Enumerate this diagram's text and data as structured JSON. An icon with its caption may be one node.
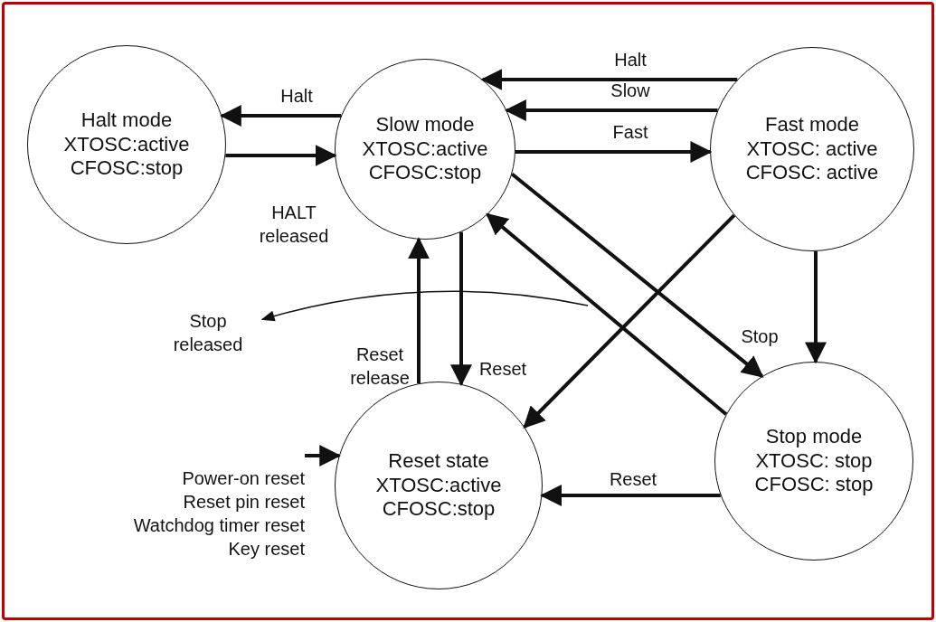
{
  "diagram": {
    "nodes": [
      {
        "text": [
          "Halt mode",
          "XTOSC:active",
          "CFOSC:stop"
        ]
      },
      {
        "text": [
          "Slow mode",
          "XTOSC:active",
          "CFOSC:stop"
        ]
      },
      {
        "text": [
          "Fast mode",
          "XTOSC: active",
          "CFOSC: active"
        ]
      },
      {
        "text": [
          "Reset state",
          "XTOSC:active",
          "CFOSC:stop"
        ]
      },
      {
        "text": [
          "Stop mode",
          "XTOSC: stop",
          "CFOSC: stop"
        ]
      },
      {
        "text": [
          "Stop released"
        ]
      },
      {
        "text": [
          "Power-on reset",
          "Reset pin reset",
          "Watchdog timer reset",
          "Key reset"
        ]
      }
    ],
    "edges": [
      {
        "from": 1,
        "to": 0,
        "arrow": "to",
        "label": "Halt"
      },
      {
        "from": 0,
        "to": 1,
        "arrow": "to",
        "label": "HALT released"
      },
      {
        "from": 2,
        "to": 1,
        "arrow": "to",
        "label": "Halt"
      },
      {
        "from": 2,
        "to": 1,
        "arrow": "to",
        "label": "Slow"
      },
      {
        "from": 1,
        "to": 2,
        "arrow": "to",
        "label": "Fast"
      },
      {
        "from": 1,
        "to": 4,
        "arrow": "to",
        "label": "Stop"
      },
      {
        "from": 4,
        "to": 1,
        "arrow": "to"
      },
      {
        "from": 2,
        "to": 3,
        "arrow": "to"
      },
      {
        "from": 2,
        "to": 4,
        "arrow": "to"
      },
      {
        "from": 3,
        "to": 1,
        "arrow": "to",
        "label": "Reset release"
      },
      {
        "from": 1,
        "to": 3,
        "arrow": "to",
        "label": "Reset"
      },
      {
        "from": 4,
        "to": 3,
        "arrow": "to",
        "label": "Reset"
      },
      {
        "from": null,
        "to": 5,
        "arrow": "to"
      },
      {
        "from": 6,
        "to": 3,
        "arrow": "to"
      }
    ]
  }
}
